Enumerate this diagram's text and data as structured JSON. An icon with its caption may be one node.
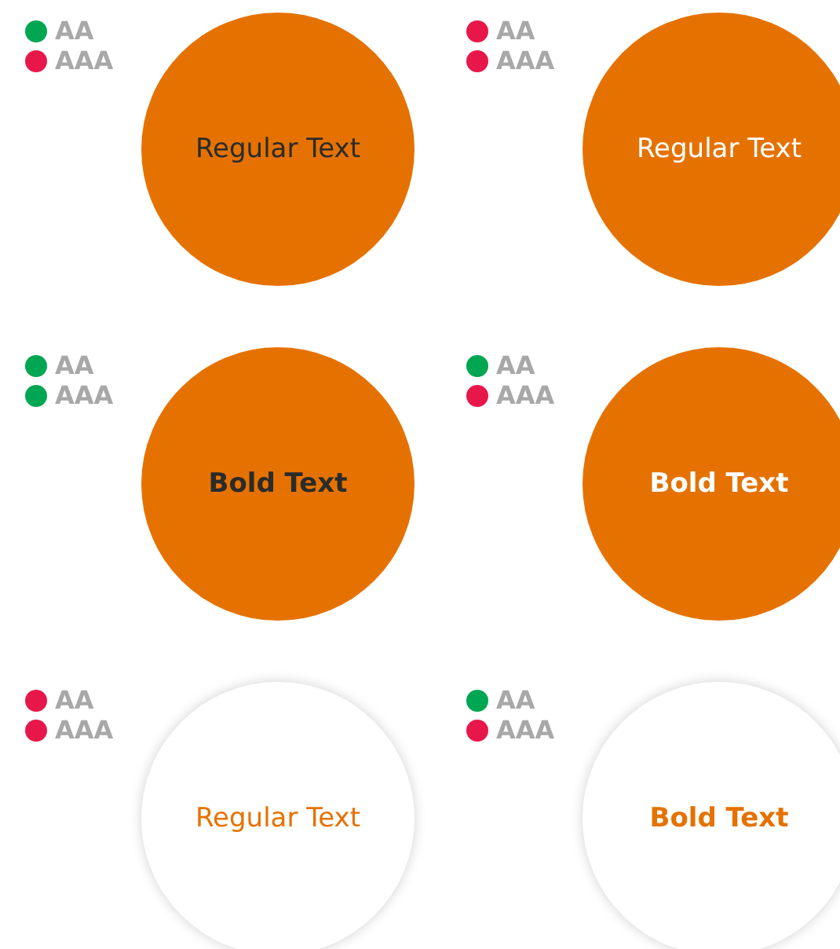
{
  "diagram": {
    "nodes": [
      {
        "text": [
          "Regular Text"
        ]
      },
      {
        "text": [
          "Regular Text"
        ]
      },
      {
        "text": [
          "Bold Text"
        ]
      },
      {
        "text": [
          "Bold Text"
        ]
      },
      {
        "text": [
          "Regular Text"
        ]
      },
      {
        "text": [
          "Bold Text"
        ]
      }
    ],
    "legend": [
      {
        "text": "AA",
        "color": "#00a651"
      },
      {
        "text": "AAA",
        "color": "#e8174a"
      },
      {
        "text": "AA",
        "color": "#e8174a"
      },
      {
        "text": "AAA",
        "color": "#e8174a"
      },
      {
        "text": "AA",
        "color": "#00a651"
      },
      {
        "text": "AAA",
        "color": "#00a651"
      },
      {
        "text": "AA",
        "color": "#00a651"
      },
      {
        "text": "AAA",
        "color": "#e8174a"
      },
      {
        "text": "AA",
        "color": "#e8174a"
      },
      {
        "text": "AAA",
        "color": "#e8174a"
      },
      {
        "text": "AA",
        "color": "#00a651"
      },
      {
        "text": "AAA",
        "color": "#e8174a"
      }
    ]
  }
}
